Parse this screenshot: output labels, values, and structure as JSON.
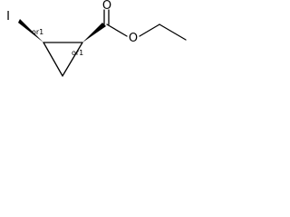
{
  "molecule": {
    "atoms": {
      "iodine": "I",
      "carbonyl_oxygen": "O",
      "ester_oxygen": "O"
    },
    "stereo_labels": {
      "c1": "or1",
      "c2": "or1"
    }
  }
}
